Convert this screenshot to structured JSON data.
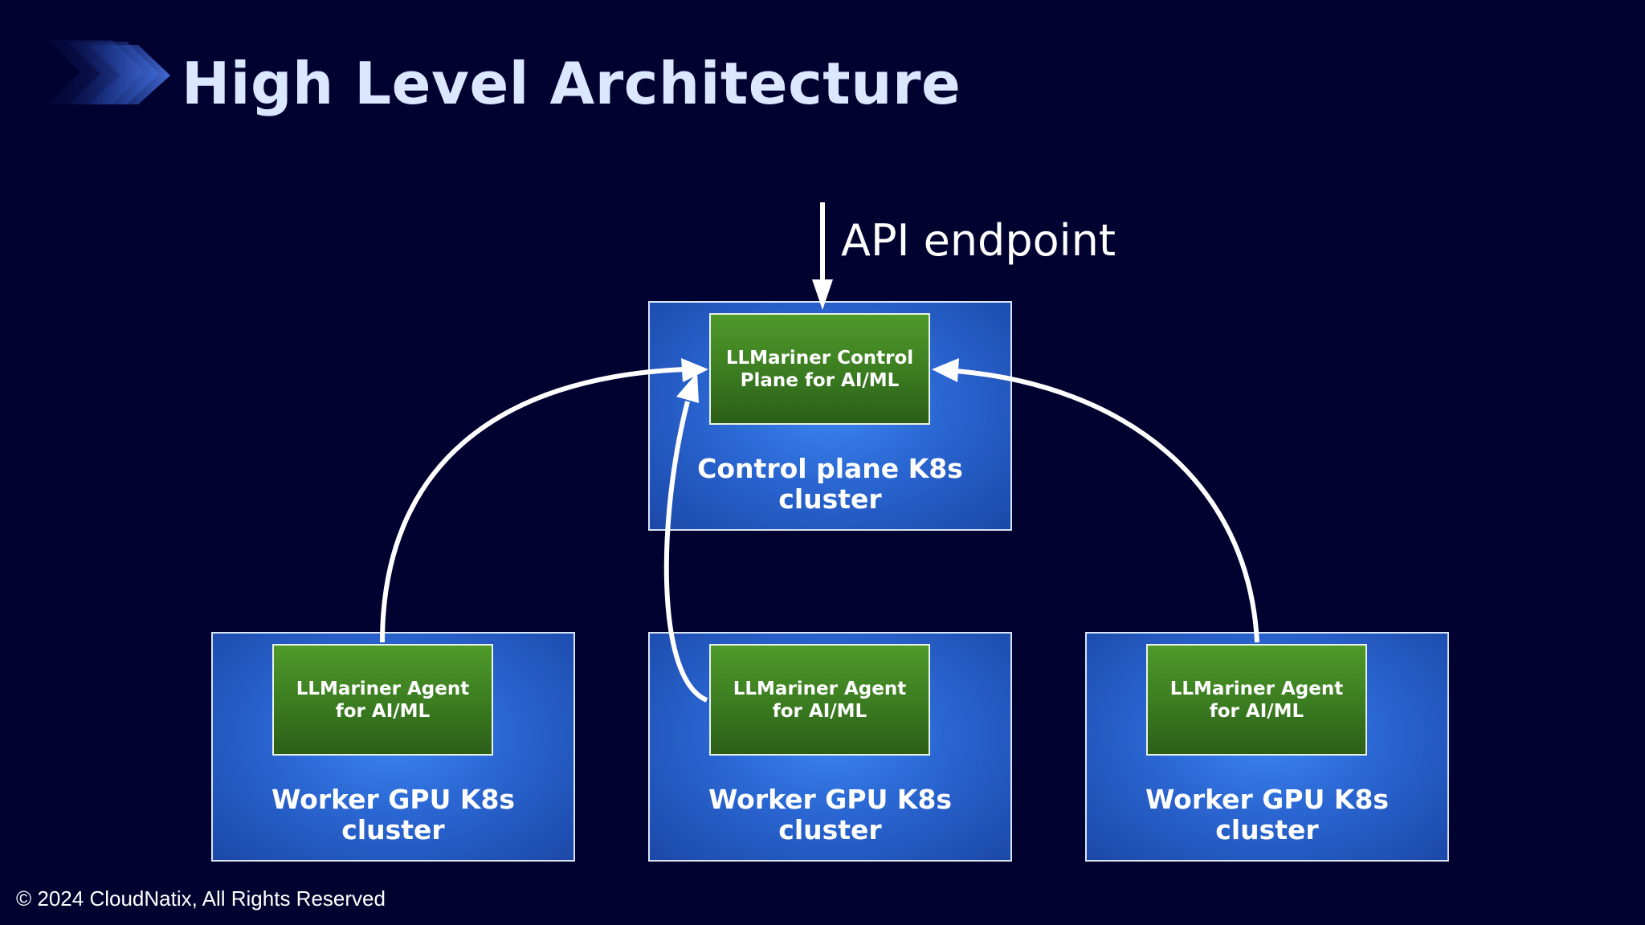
{
  "title": "High Level Architecture",
  "api_endpoint": "API endpoint",
  "control_plane": {
    "component": [
      "LLMariner Control",
      "Plane for AI/ML"
    ],
    "cluster": [
      "Control plane K8s",
      "cluster"
    ]
  },
  "workers": [
    {
      "component": [
        "LLMariner Agent",
        "for AI/ML"
      ],
      "cluster": [
        "Worker GPU K8s",
        "cluster"
      ]
    },
    {
      "component": [
        "LLMariner Agent",
        "for AI/ML"
      ],
      "cluster": [
        "Worker GPU K8s",
        "cluster"
      ]
    },
    {
      "component": [
        "LLMariner Agent",
        "for AI/ML"
      ],
      "cluster": [
        "Worker GPU K8s",
        "cluster"
      ]
    }
  ],
  "footer": "© 2024 CloudNatix, All Rights Reserved",
  "colors": {
    "background": "#020230",
    "cluster_fill": "#2a66d2",
    "component_fill": "#3a7b20",
    "title": "#dbe6ff",
    "arrow": "#ffffff"
  }
}
